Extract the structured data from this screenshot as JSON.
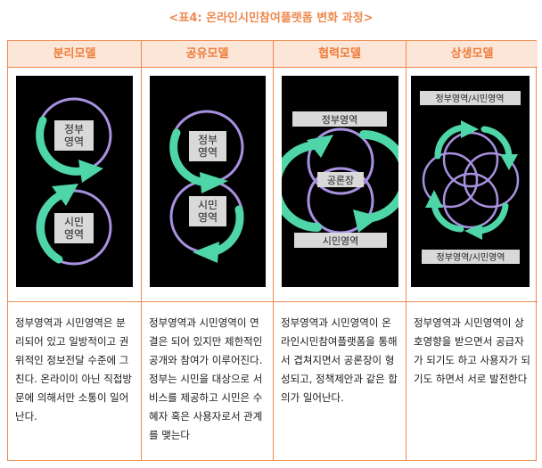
{
  "caption": "<표4: 온라인시민참여플랫폼 변화 과정>",
  "columns": [
    {
      "header": "분리모델",
      "labels": [
        "정부\n영역",
        "시민\n영역"
      ],
      "description": "정부영역과 시민영역은 분리되어 있고 일방적이고 권위적인 정보전달 수준에 그친다. 온라이이 아닌 직접방문에 의해서만 소통이 일어난다."
    },
    {
      "header": "공유모델",
      "labels": [
        "정부\n영역",
        "시민\n영역"
      ],
      "description": "정부영역과 시민영역이 연결은 되어 있지만 제한적인 공개와 참여가 이루어진다. 정부는 시민을 대상으로 서비스를 제공하고 시민은 수혜자 혹은 사용자로서 관계를 맺는다"
    },
    {
      "header": "협력모델",
      "labels": [
        "정부영역",
        "공론장",
        "시민영역"
      ],
      "description": "정부영역과 시민영역이 온라인시민참여플랫폼을 통해서 겹쳐지면서 공론장이 형성되고, 정책제안과 같은 합의가 일어난다."
    },
    {
      "header": "상생모델",
      "labels": [
        "정부영역/시민영역",
        "정부영역/시민영역"
      ],
      "description": "정부영역과 시민영역이 상호영향을 받으면서 공급자가 되기도 하고 사용자가 되기도 하면서 서로 발전한다"
    }
  ],
  "colors": {
    "accent": "#ee8a4f",
    "header_bg": "#fce6d8",
    "circle": "#a891e0",
    "arrow": "#4fd6a8",
    "panel_bg": "#000000",
    "label_bg": "#d9d9d9"
  }
}
